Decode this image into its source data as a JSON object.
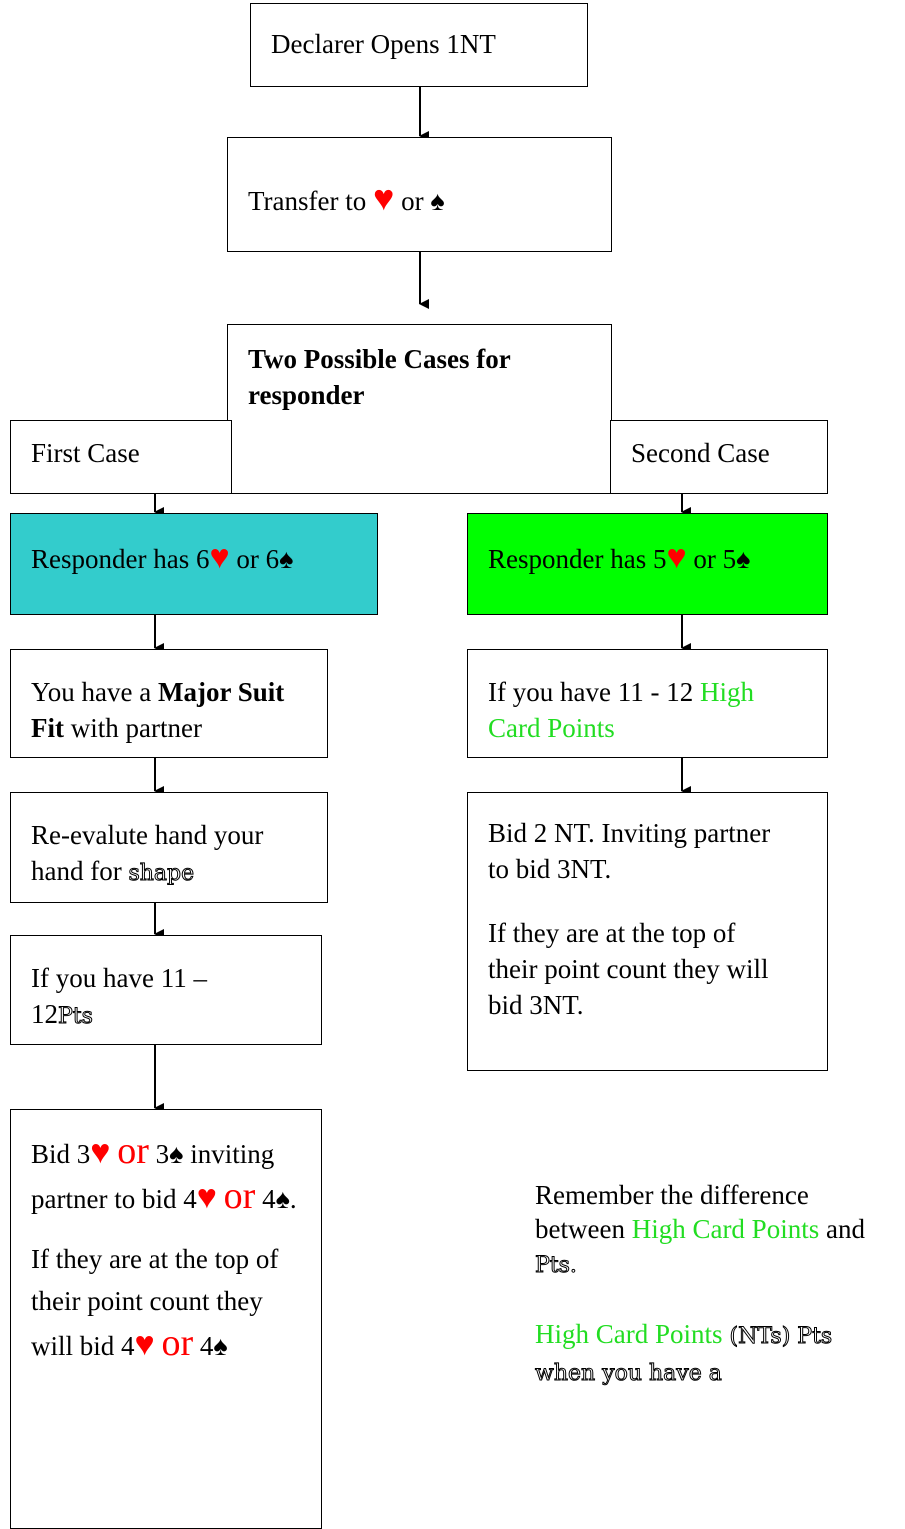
{
  "diagram": {
    "start": "Declarer Opens 1NT",
    "transfer": {
      "text": "Transfer to",
      "or": "or",
      "heart": "♥",
      "spade": "♠"
    },
    "two_cases": "Two Possible Cases for responder",
    "first_case": "First Case",
    "second_case": "Second Case",
    "left": {
      "responder": {
        "text": "Responder has 6",
        "or": "or",
        "count2": "6"
      },
      "major_fit": {
        "prefix": "You have a ",
        "bold": "Major Suit Fit",
        "suffix": " with partner"
      },
      "reevaluate": {
        "text": "Re-evalute hand your hand for ",
        "outline": "shape"
      },
      "if_pts": {
        "text": "If you have 11 – 12",
        "outline": "Pts"
      },
      "bid": {
        "line1_a": "Bid 3",
        "or": "or",
        "line1_b": "3",
        "line2_a": "inviting partner to bid 4",
        "line2_b": "4",
        "line2_end": ".",
        "para2_a": "If they are at the top of their point count they will bid 4",
        "para2_b": "4"
      }
    },
    "right": {
      "responder": {
        "text": "Responder has 5",
        "or": "or",
        "count2": "5"
      },
      "hcp": {
        "text": "If you have 11 - 12 ",
        "green": "High Card Points"
      },
      "bid2nt": {
        "para1": "Bid 2 NT. Inviting partner to bid 3NT.",
        "para2": "If they are at the top of their point count they will bid 3NT."
      }
    },
    "note": {
      "line1_a": "Remember the difference between ",
      "line1_green": "High Card Points",
      "line1_b": " and ",
      "line1_outline": "Pts.",
      "line2_green": "High Card Points",
      "line2_outline": " (NTs) Pts when you have a"
    }
  },
  "colors": {
    "heart": "#ff0000",
    "hcp_green": "#22dd22",
    "cyan_box": "#33cccc",
    "green_box": "#00ff00"
  }
}
